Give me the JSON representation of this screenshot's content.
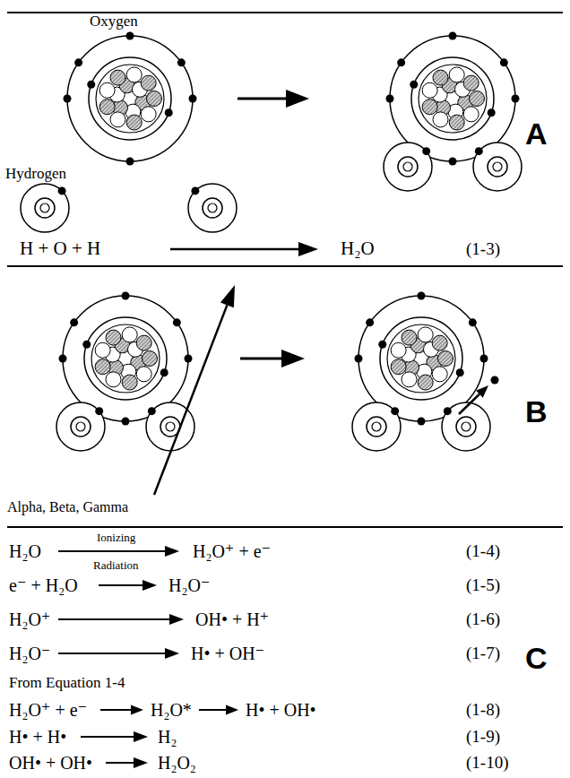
{
  "diagram": {
    "labels": [
      "Oxygen",
      "Hydrogen",
      "A",
      "H + O + H",
      "H₂O",
      "(1-3)",
      "Alpha, Beta, Gamma",
      "B",
      "H₂O",
      "Ionizing",
      "Radiation",
      "H₂O⁺ + e⁻",
      "(1-4)",
      "e⁻ + H₂O",
      "H₂O⁻",
      "(1-5)",
      "H₂O⁺",
      "OH• + H⁺",
      "(1-6)",
      "H₂O⁻",
      "H• + OH⁻",
      "(1-7)",
      "C",
      "From Equation 1-4",
      "H₂O⁺ + e⁻",
      "H₂O*",
      "H• + OH•",
      "(1-8)",
      "H• + H•",
      "H₂",
      "(1-9)",
      "OH• + OH•",
      "H₂O₂",
      "(1-10)"
    ]
  }
}
